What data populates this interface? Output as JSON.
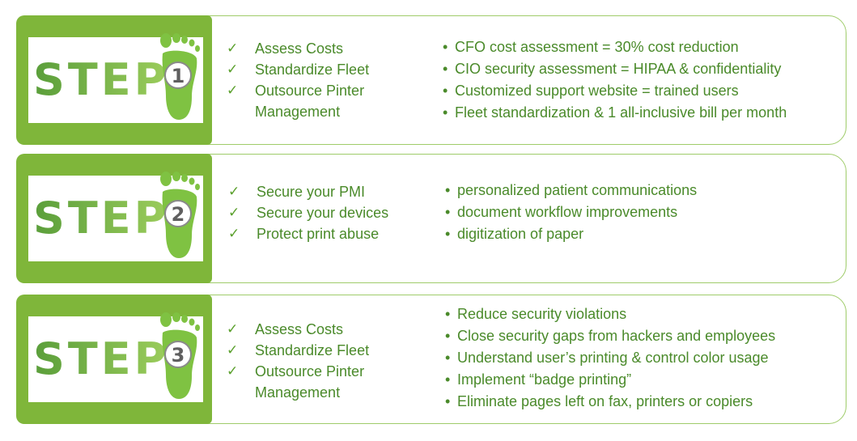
{
  "colors": {
    "badge_green": "#7fb63a",
    "text_green": "#4a8a2a",
    "border_green": "#9fcc6a"
  },
  "steps": [
    {
      "label": "STEP",
      "number": "1",
      "checks": [
        "Assess Costs",
        "Standardize Fleet",
        "Outsource Pinter Management"
      ],
      "bullets": [
        "CFO cost assessment = 30% cost reduction",
        "CIO security assessment = HIPAA & confidentiality",
        "Customized support website = trained users",
        "Fleet standardization & 1 all-inclusive bill per month"
      ]
    },
    {
      "label": "STEP",
      "number": "2",
      "checks": [
        "Secure your PMI",
        "Secure your devices",
        "Protect print abuse"
      ],
      "bullets": [
        "personalized patient communications",
        "document workflow improvements",
        "digitization of paper"
      ]
    },
    {
      "label": "STEP",
      "number": "3",
      "checks": [
        "Assess Costs",
        "Standardize Fleet",
        "Outsource Pinter Management"
      ],
      "bullets": [
        "Reduce security violations",
        "Close security gaps from hackers and employees",
        "Understand user’s printing & control color usage",
        "Implement “badge printing”",
        "Eliminate pages left on fax, printers or copiers"
      ]
    }
  ]
}
